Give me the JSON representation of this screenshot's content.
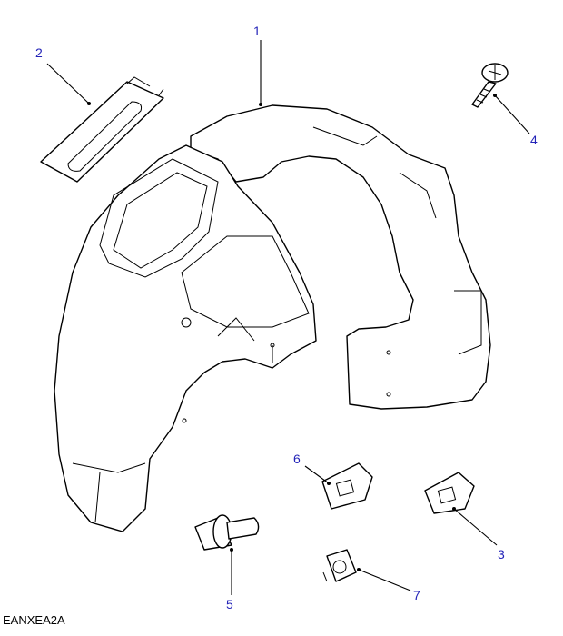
{
  "diagram": {
    "reference_code": "EANXEA2A",
    "label_color": "#2323b8",
    "callouts": [
      {
        "id": "1",
        "part": "wheel-arch-liner"
      },
      {
        "id": "2",
        "part": "access-cover"
      },
      {
        "id": "3",
        "part": "clip"
      },
      {
        "id": "4",
        "part": "screw"
      },
      {
        "id": "5",
        "part": "push-rivet"
      },
      {
        "id": "6",
        "part": "clip"
      },
      {
        "id": "7",
        "part": "nut"
      }
    ]
  }
}
